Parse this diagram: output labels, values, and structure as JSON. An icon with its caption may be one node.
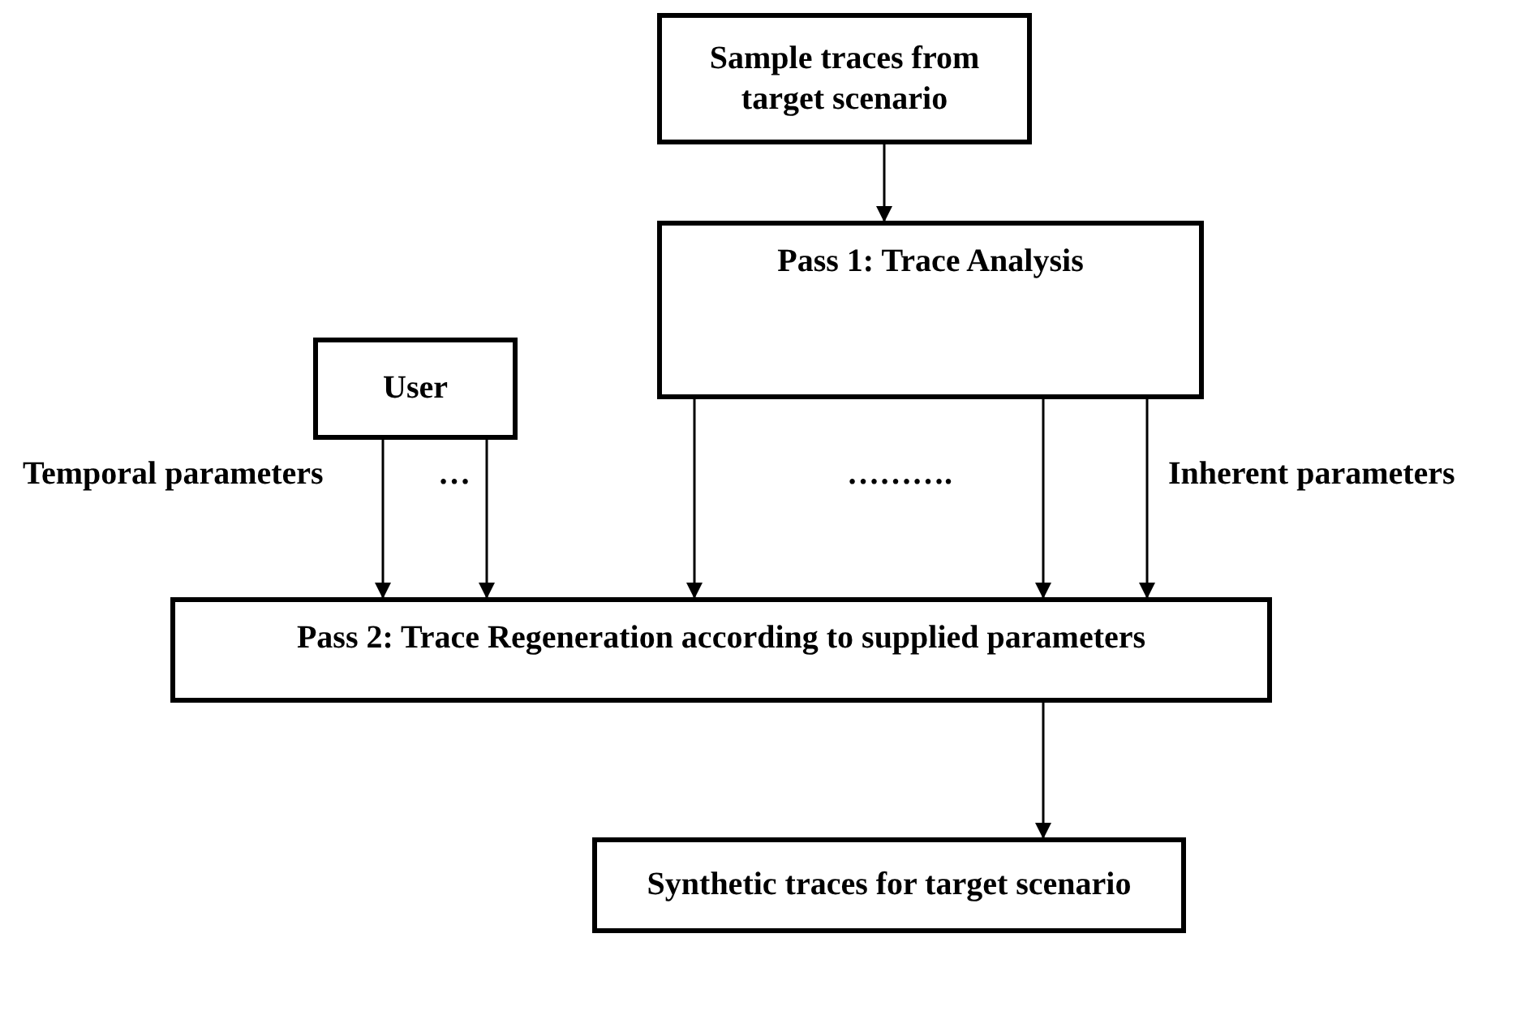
{
  "diagram": {
    "nodes": [
      {
        "text": [
          "Sample traces from target scenario"
        ]
      },
      {
        "text": [
          "Pass 1: Trace Analysis"
        ]
      },
      {
        "text": [
          "User"
        ]
      },
      {
        "text": [
          "Pass 2: Trace Regeneration according to supplied parameters"
        ]
      },
      {
        "text": [
          "Synthetic traces for target scenario"
        ]
      }
    ],
    "edges": [
      {
        "from": 0,
        "to": 1,
        "arrow": "to"
      },
      {
        "from": 2,
        "to": 3,
        "arrow": "to"
      },
      {
        "from": 2,
        "to": 3,
        "arrow": "to"
      },
      {
        "from": 1,
        "to": 3,
        "arrow": "to"
      },
      {
        "from": 1,
        "to": 3,
        "arrow": "to"
      },
      {
        "from": 1,
        "to": 3,
        "arrow": "to"
      },
      {
        "from": 3,
        "to": 4,
        "arrow": "to"
      }
    ],
    "labels": [
      "Temporal parameters",
      "…",
      "……….",
      "Inherent parameters"
    ]
  }
}
